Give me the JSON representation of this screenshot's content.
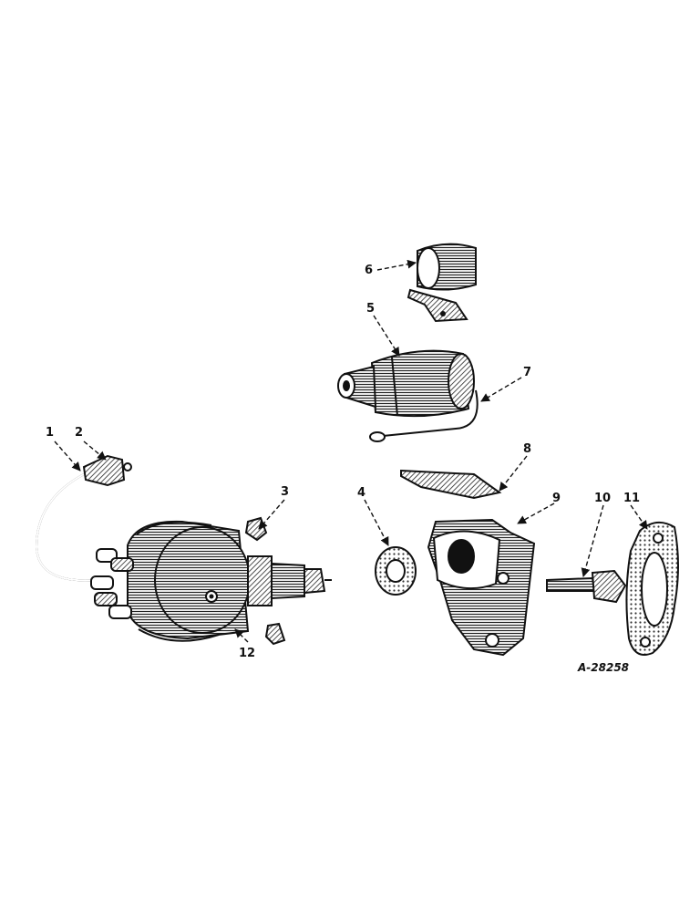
{
  "drawing_number": "A-28258",
  "callouts": {
    "c1": "1",
    "c2": "2",
    "c3": "3",
    "c4": "4",
    "c5": "5",
    "c6": "6",
    "c7": "7",
    "c8": "8",
    "c9": "9",
    "c10": "10",
    "c11": "11",
    "c12": "12"
  },
  "colors": {
    "ink": "#111111",
    "paper": "#ffffff",
    "shade": "#c9c9c9"
  }
}
